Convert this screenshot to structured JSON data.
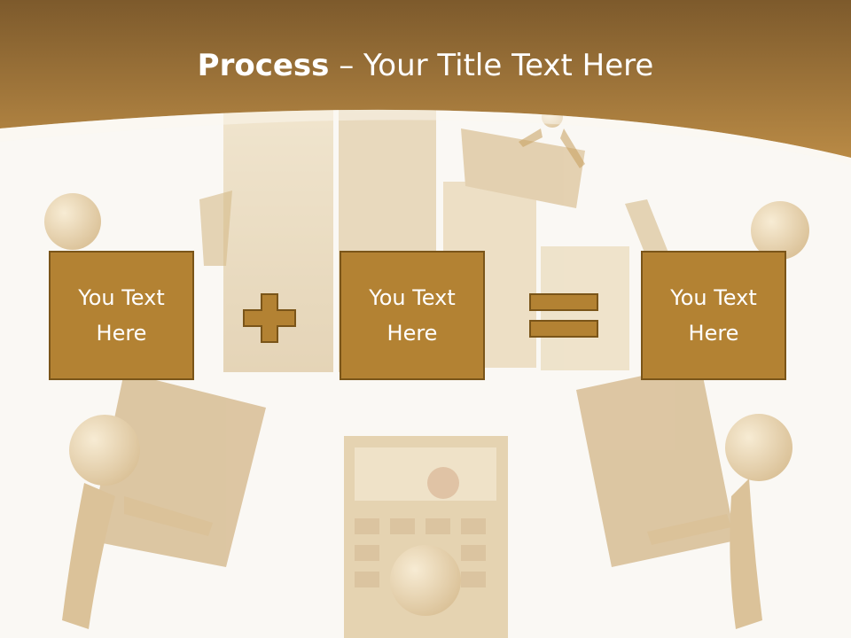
{
  "title": {
    "bold": "Process",
    "dash": " – ",
    "rest": "Your Title Text Here"
  },
  "boxes": [
    {
      "text": "You Text\nHere"
    },
    {
      "text": "You Text\nHere"
    },
    {
      "text": "You Text\nHere"
    }
  ],
  "operators": {
    "first": "plus-icon",
    "second": "equals-icon"
  },
  "colors": {
    "banner_dark": "#7d5a2c",
    "banner_light": "#b98a45",
    "box_fill": "#b38233",
    "box_border": "#7a5519",
    "background": "#faf8f4"
  }
}
